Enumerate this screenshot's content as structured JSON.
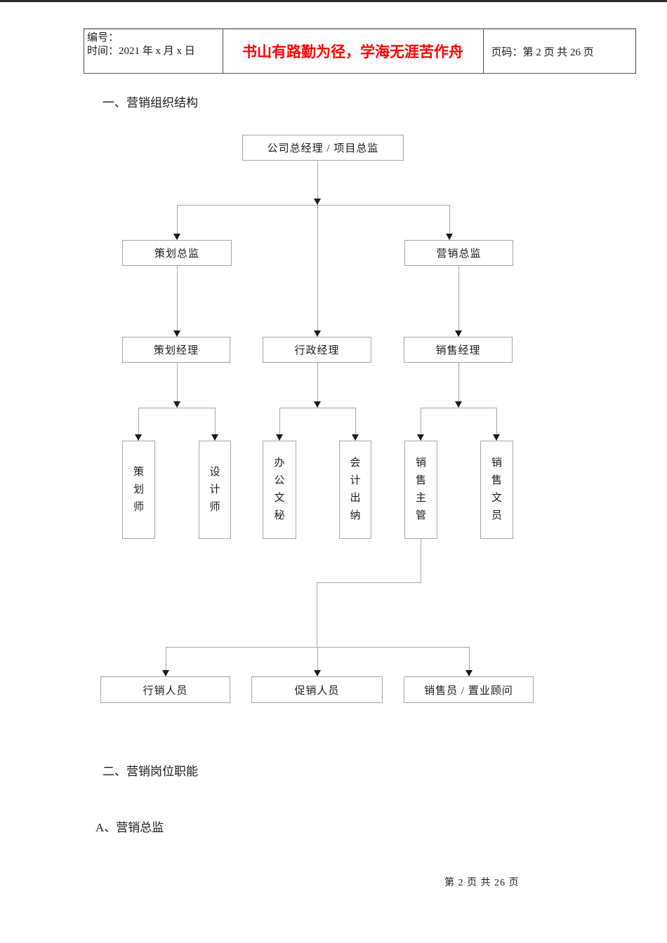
{
  "header": {
    "cell1_line1": "编号：",
    "cell1_line2": "时间：2021 年 x 月 x 日",
    "motto": "书山有路勤为径，学海无涯苦作舟",
    "page_label": "页码：第 2 页  共 26 页"
  },
  "headings": {
    "section1": "一、营销组织结构",
    "section2": "二、营销岗位职能",
    "subsection": "A、营销总监"
  },
  "org_chart": {
    "root": "公司总经理 / 项目总监",
    "level2": [
      "策划总监",
      "营销总监"
    ],
    "level3": [
      "策划经理",
      "行政经理",
      "销售经理"
    ],
    "level4": [
      "策划师",
      "设计师",
      "办公文秘",
      "会计出纳",
      "销售主管",
      "销售文员"
    ],
    "level5": [
      "行销人员",
      "促销人员",
      "销售员 / 置业顾问"
    ]
  },
  "footer": {
    "page_info": "第 2 页 共 26 页"
  },
  "colors": {
    "motto_red": "#ff0000",
    "line_gray": "#a6a6a6",
    "box_border": "#a6a6a6",
    "text": "#1a1a1a"
  }
}
